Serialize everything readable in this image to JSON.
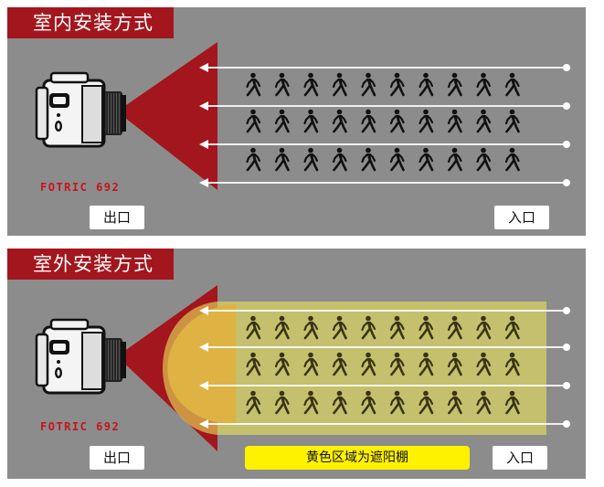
{
  "indoor": {
    "title": "室内安装方式",
    "brand": "FOTRIC 692",
    "exit_label": "出口",
    "entrance_label": "入口"
  },
  "outdoor": {
    "title": "室外安装方式",
    "brand": "FOTRIC 692",
    "exit_label": "出口",
    "entrance_label": "入口",
    "shade_note": "黄色区域为遮阳棚"
  },
  "colors": {
    "panel_bg": "#8c8c8c",
    "title_bg": "#a3161e",
    "beam": "#a3161e",
    "hot_zone": "#d2691e",
    "shade": "#e6e05a",
    "note_bg": "#fff200"
  },
  "icons": {
    "camera": "thermal-camera-icon",
    "pedestrian": "walking-person-icon",
    "arrow": "left-arrow-icon"
  }
}
